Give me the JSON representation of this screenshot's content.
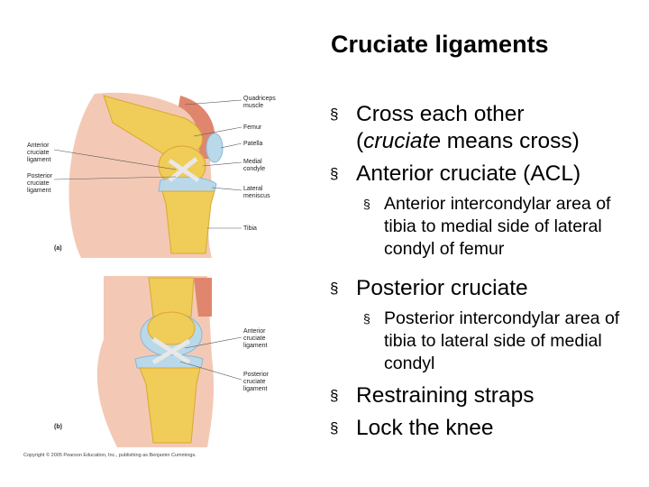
{
  "slide": {
    "title": "Cruciate ligaments",
    "bullets": [
      {
        "text_before": "Cross each other",
        "line2_before": "(",
        "emph": "cruciate",
        "line2_after": " means cross)"
      },
      {
        "text": "Anterior cruciate (ACL)"
      },
      {
        "sub": "Anterior intercondylar area of tibia to medial side of lateral condyl of femur"
      },
      {
        "text": "Posterior cruciate"
      },
      {
        "sub": "Posterior intercondylar area of tibia to lateral side of medial condyl"
      },
      {
        "text": "Restraining straps"
      },
      {
        "text": "Lock the knee"
      }
    ],
    "bullet_glyph": "§"
  },
  "figure_a": {
    "panel_label": "(a)",
    "labels_right": [
      "Quadriceps\nmuscle",
      "Femur",
      "Patella",
      "Medial\ncondyle",
      "Lateral\nmeniscus",
      "Tibia"
    ],
    "labels_left": [
      "Anterior\ncruciate\nligament",
      "Posterior\ncruciate\nligament"
    ]
  },
  "figure_b": {
    "panel_label": "(b)",
    "labels_right": [
      "Anterior\ncruciate\nligament",
      "Posterior\ncruciate\nligament"
    ]
  },
  "copyright": "Copyright © 2005 Pearson Education, Inc., publishing as Benjamin Cummings.",
  "colors": {
    "bone": "#f0cc58",
    "bone_dark": "#d9a830",
    "cartilage": "#b9d9ea",
    "ligament": "#e8e8e8",
    "muscle": "#e0866e",
    "skin": "#f3c9b5"
  }
}
